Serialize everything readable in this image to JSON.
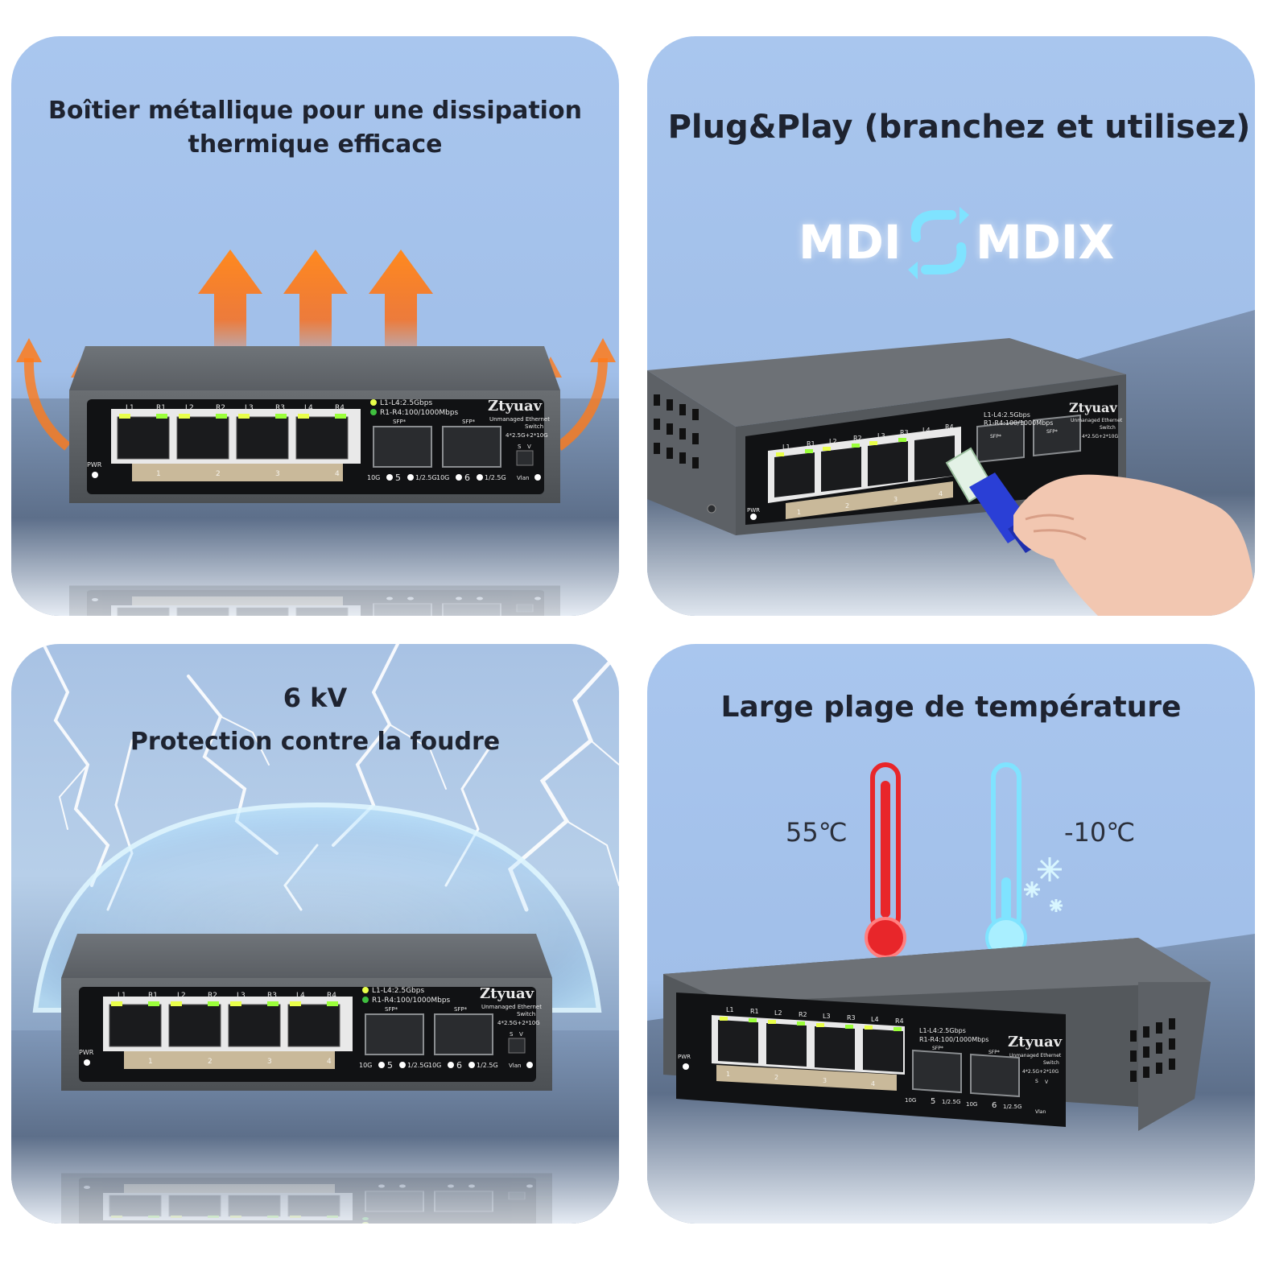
{
  "panels": {
    "heat": {
      "title_line1": "Boîtier métallique pour une dissipation",
      "title_line2": "thermique efficace"
    },
    "plug": {
      "title": "Plug&Play (branchez et utilisez)",
      "mdi": "MDI",
      "mdix": "MDIX"
    },
    "lightning": {
      "title_line1": "6 kV",
      "title_line2": "Protection contre la foudre"
    },
    "temperature": {
      "title": "Large plage de température",
      "hot": "55℃",
      "cold": "-10℃"
    }
  },
  "device": {
    "brand": "Ztyuav",
    "model_line1": "Unmanaged Ethernet",
    "model_line2": "Switch",
    "model_line3": "4*2.5G+2*10G",
    "legend1": "L1-L4:2.5Gbps",
    "legend2": "R1-R4:100/1000Mbps",
    "port_top_labels": [
      "L1",
      "R1",
      "L2",
      "R2",
      "L3",
      "R3",
      "L4",
      "R4"
    ],
    "port_numbers": [
      "1",
      "2",
      "3",
      "4"
    ],
    "sfp_label": "SFP*",
    "sfp5_left": "10G",
    "sfp5_num": "5",
    "sfp5_right": "1/2.5G",
    "sfp6_left": "10G",
    "sfp6_num": "6",
    "sfp6_right": "1/2.5G",
    "pwr": "PWR",
    "switch_s": "S",
    "switch_v": "V",
    "vlan": "Vlan"
  },
  "colors": {
    "heat_arrow": "#ff7a1a",
    "hot": "#e8262a",
    "cold": "#7fe3ff",
    "led_green": "#9bff3a",
    "led_yellow": "#e9ff4a"
  }
}
